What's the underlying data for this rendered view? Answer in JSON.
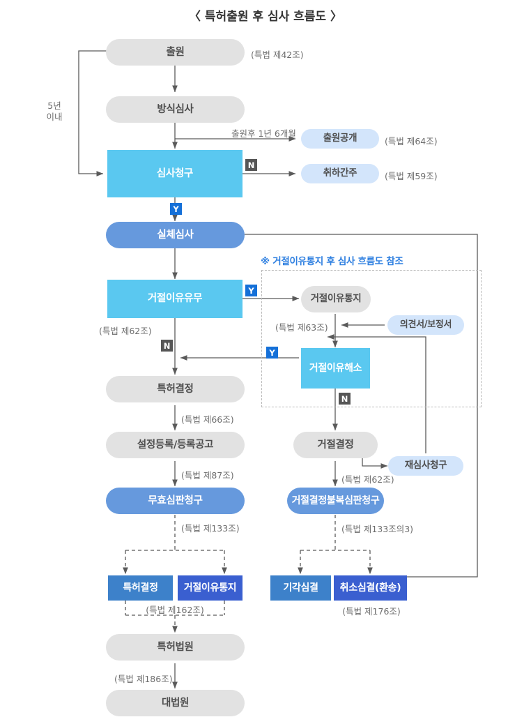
{
  "title": "〈 특허출원 후 심사 흐름도 〉",
  "note": "※ 거절이유통지 후 심사 흐름도 참조",
  "loop_label_line1": "5년",
  "loop_label_line2": "이내",
  "badges": {
    "y": "Y",
    "n": "N"
  },
  "colors": {
    "grey_node": "#e2e2e2",
    "light_blue_node": "#d3e5fb",
    "cyan_node": "#5ac8f0",
    "medium_blue_node": "#6699dd",
    "steel_blue_node": "#3d81ca",
    "royal_blue_node": "#3a5fd0",
    "badge_yes": "#1570d8",
    "badge_no": "#565656",
    "note_text": "#2e7fe0",
    "connector": "#5a5a5a",
    "connector_blue": "#5ac8f0",
    "annotation_text": "#6d6d6d"
  },
  "nodes": {
    "application": "출원",
    "formality_exam": "방식심사",
    "exam_request": "심사청구",
    "publication": "출원공개",
    "deemed_withdrawn": "취하간주",
    "substantive_exam": "실체심사",
    "rejection_reason_exists": "거절이유유무",
    "rejection_notice": "거절이유통지",
    "opinion_amendment": "의견서/보정서",
    "rejection_resolved": "거절이유해소",
    "patent_decision": "특허결정",
    "registration": "설정등록/등록공고",
    "invalidation_trial": "무효심판청구",
    "rejection_decision": "거절결정",
    "reexam_request": "재심사청구",
    "appeal_trial": "거절결정불복심판청구",
    "trial_patent_decision": "특허결정",
    "trial_rejection_notice": "거절이유통지",
    "dismissal_decision": "기각심결",
    "cancel_remand": "취소심결(환송)",
    "patent_court": "특허법원",
    "supreme_court": "대법원"
  },
  "annotations": {
    "art42": "(특법 제42조)",
    "art64": "(특법 제64조)",
    "art59": "(특법 제59조)",
    "publish_timing": "출원후 1년 6개월",
    "art62_left": "(특법 제62조)",
    "art63": "(특법 제63조)",
    "art66": "(특법 제66조)",
    "art87": "(특법 제87조)",
    "art133": "(특법 제133조)",
    "art162": "(특법 제162조)",
    "art186": "(특법 제186조)",
    "art62_right": "(특법 제62조)",
    "art133_3": "(특법 제133조의3)",
    "art176": "(특법 제176조)"
  }
}
